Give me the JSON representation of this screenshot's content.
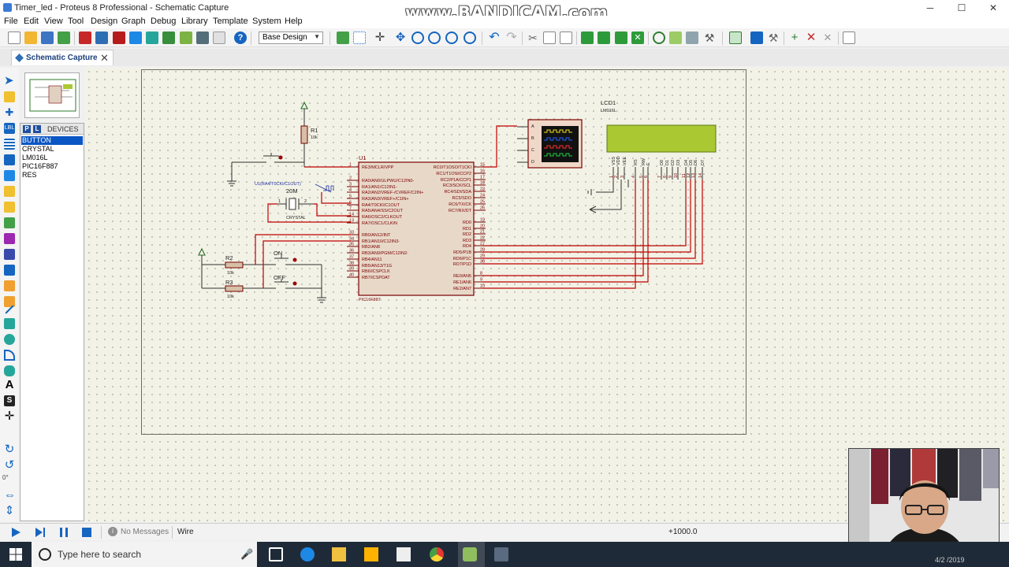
{
  "window": {
    "title": "Timer_led - Proteus 8 Professional - Schematic Capture",
    "watermark": "www.BANDICAM.com",
    "controls": {
      "minimize": "─",
      "maximize": "☐",
      "close": "✕"
    }
  },
  "menu": [
    "File",
    "Edit",
    "View",
    "Tool",
    "Design",
    "Graph",
    "Debug",
    "Library",
    "Template",
    "System",
    "Help"
  ],
  "toolbar": {
    "design_select": "Base Design",
    "icons": [
      "new-icon",
      "open-icon",
      "save-icon",
      "import-icon",
      "home-icon",
      "schematic-icon",
      "pcb-icon",
      "gallery-icon",
      "3d-icon",
      "bom-icon",
      "spice-icon",
      "netlist-icon",
      "notes-icon",
      "help-icon",
      "refresh-icon",
      "grid-icon",
      "origin-icon",
      "pan-icon",
      "zoom-in-icon",
      "zoom-out-icon",
      "zoom-all-icon",
      "zoom-area-icon",
      "undo-icon",
      "redo-icon",
      "cut-icon",
      "copy-icon",
      "paste-icon",
      "block-copy-icon",
      "block-move-icon",
      "block-rotate-icon",
      "block-delete-icon",
      "pick-device-icon",
      "make-device-icon",
      "packaging-icon",
      "decompose-icon",
      "wire-autorouter-icon",
      "search-tag-icon",
      "property-tool-icon",
      "new-sheet-icon",
      "remove-sheet-icon",
      "exit-parent-icon",
      "design-explorer-icon"
    ]
  },
  "tab": {
    "label": "Schematic Capture",
    "close": "✕"
  },
  "devices": {
    "mode_p": "P",
    "mode_l": "L",
    "header": "DEVICES",
    "items": [
      "BUTTON",
      "CRYSTAL",
      "LM016L",
      "PIC16F887",
      "RES"
    ],
    "selected": "BUTTON"
  },
  "left_panel": {
    "rotation_value": "0°"
  },
  "schematic": {
    "u1": {
      "ref": "U1",
      "part": "PIC16F887"
    },
    "u1_left_pins": [
      {
        "num": "1",
        "name": "RE3/MCLR/VPP"
      },
      {
        "num": "2",
        "name": "RA0/AN0/ULPWU/C12IN0-"
      },
      {
        "num": "3",
        "name": "RA1/AN1/C12IN1-"
      },
      {
        "num": "4",
        "name": "RA2/AN2/VREF-/CVREF/C2IN+"
      },
      {
        "num": "5",
        "name": "RA3/AN3/VREF+/C1IN+"
      },
      {
        "num": "6",
        "name": "RA4/T0CKI/C1OUT"
      },
      {
        "num": "7",
        "name": "RA5/AN4/SS/C2OUT"
      },
      {
        "num": "14",
        "name": "RA6/OSC2/CLKOUT"
      },
      {
        "num": "13",
        "name": "RA7/OSC1/CLKIN"
      },
      {
        "num": "33",
        "name": "RB0/AN12/INT"
      },
      {
        "num": "34",
        "name": "RB1/AN10/C12IN3-"
      },
      {
        "num": "35",
        "name": "RB2/AN8"
      },
      {
        "num": "36",
        "name": "RB3/AN9/PGM/C12IN2-"
      },
      {
        "num": "37",
        "name": "RB4/AN11"
      },
      {
        "num": "38",
        "name": "RB5/AN13/T1G"
      },
      {
        "num": "39",
        "name": "RB6/ICSPCLK"
      },
      {
        "num": "40",
        "name": "RB7/ICSPDAT"
      }
    ],
    "u1_right_pins": [
      {
        "num": "15",
        "name": "RC0/T1OSO/T1CKI"
      },
      {
        "num": "16",
        "name": "RC1/T1OSI/CCP2"
      },
      {
        "num": "17",
        "name": "RC2/P1A/CCP1"
      },
      {
        "num": "18",
        "name": "RC3/SCK/SCL"
      },
      {
        "num": "23",
        "name": "RC4/SDI/SDA"
      },
      {
        "num": "24",
        "name": "RC5/SDO"
      },
      {
        "num": "25",
        "name": "RC6/TX/CK"
      },
      {
        "num": "26",
        "name": "RC7/RX/DT"
      },
      {
        "num": "19",
        "name": "RD0"
      },
      {
        "num": "20",
        "name": "RD1"
      },
      {
        "num": "21",
        "name": "RD2"
      },
      {
        "num": "22",
        "name": "RD3"
      },
      {
        "num": "27",
        "name": "RD4"
      },
      {
        "num": "28",
        "name": "RD5/P1B"
      },
      {
        "num": "29",
        "name": "RD6/P1C"
      },
      {
        "num": "30",
        "name": "RD7/P1D"
      },
      {
        "num": "8",
        "name": "RE0/AN5"
      },
      {
        "num": "9",
        "name": "RE1/AN6"
      },
      {
        "num": "10",
        "name": "RE2/AN7"
      }
    ],
    "r1": {
      "ref": "R1",
      "value": "10k"
    },
    "r2": {
      "ref": "R2",
      "value": "10k"
    },
    "r3": {
      "ref": "R3",
      "value": "10k"
    },
    "crystal": {
      "ref": "20M",
      "part": "CRYSTAL"
    },
    "probe_label": "U1(RA4/T0CKI/C1OUT)",
    "crystal_pins": [
      "1",
      "2"
    ],
    "btn_on": "ON",
    "btn_off": "OFF",
    "scope_channels": [
      "A",
      "B",
      "C",
      "D"
    ],
    "lcd": {
      "ref": "LCD1",
      "part": "LM016L",
      "pins": [
        "VSS",
        "VDD",
        "VEE",
        "RS",
        "RW",
        "E",
        "D0",
        "D1",
        "D2",
        "D3",
        "D4",
        "D5",
        "D6",
        "D7"
      ],
      "pin_nums": [
        "1",
        "2",
        "3",
        "4",
        "5",
        "6",
        "7",
        "8",
        "9",
        "10",
        "11",
        "12",
        "13",
        "14"
      ]
    }
  },
  "status": {
    "messages": "No Messages",
    "mode": "Wire",
    "coord": "+1000.0",
    "msg_icon": "i"
  },
  "taskbar": {
    "search_placeholder": "Type here to search",
    "clock": "4/2 /2019"
  },
  "colors": {
    "wire": "#c00000",
    "chip_fill": "#e8d8c8",
    "component": "#7a0000",
    "lcd_screen": "#a9c832",
    "canvas": "#f2f2e6",
    "accent": "#0a56c4"
  }
}
